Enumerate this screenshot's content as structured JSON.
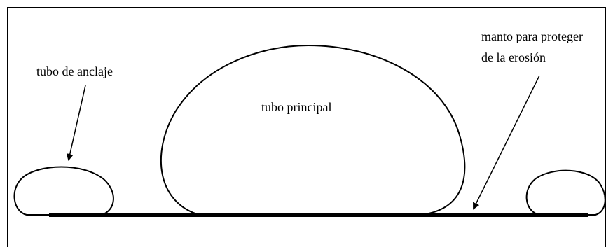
{
  "diagram": {
    "labels": {
      "anchor_tube": "tubo de anclaje",
      "main_tube": "tubo principal",
      "mantle_line1": "manto para proteger",
      "mantle_line2": "de la erosión"
    },
    "colors": {
      "stroke": "#000000",
      "background": "#ffffff"
    }
  }
}
